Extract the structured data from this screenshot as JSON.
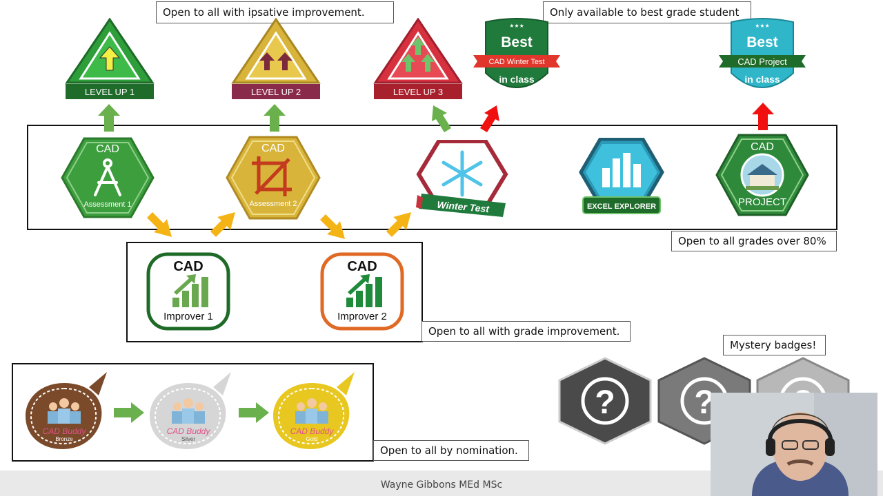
{
  "callouts": {
    "ipsative": "Open to all with ipsative improvement.",
    "best_grade": "Only available to best grade student",
    "grades_80": "Open to all grades over 80%",
    "grade_improvement": "Open to all with grade improvement.",
    "mystery": "Mystery badges!",
    "nomination": "Open to all by nomination."
  },
  "level_badges": [
    {
      "label": "LEVEL UP 1",
      "color": "#2e9e3a"
    },
    {
      "label": "LEVEL UP 2",
      "color": "#d9b43a"
    },
    {
      "label": "LEVEL UP 3",
      "color": "#d7303f"
    }
  ],
  "best_badges": [
    {
      "title": "Best",
      "ribbon": "CAD Winter Test",
      "sub": "in class",
      "color": "#1f7a3c"
    },
    {
      "title": "Best",
      "ribbon": "CAD Project",
      "sub": "in class",
      "color": "#2fb6c9"
    }
  ],
  "main_badges": {
    "assessment1": {
      "top": "CAD",
      "label": "Assessment 1"
    },
    "assessment2": {
      "top": "CAD",
      "label": "Assessment 2"
    },
    "winter": {
      "label": "Winter Test"
    },
    "excel": {
      "label": "EXCEL EXPLORER"
    },
    "project": {
      "top": "CAD",
      "label": "PROJECT"
    }
  },
  "improver_badges": [
    {
      "top": "CAD",
      "label": "Improver 1",
      "color": "#1e6b28"
    },
    {
      "top": "CAD",
      "label": "Improver 2",
      "color": "#e06a25"
    }
  ],
  "buddy_badges": [
    {
      "name": "CAD Buddy",
      "tier": "Bronze",
      "color": "#7a4a2a"
    },
    {
      "name": "CAD Buddy",
      "tier": "Silver",
      "color": "#d6d6d6"
    },
    {
      "name": "CAD Buddy",
      "tier": "Gold",
      "color": "#e8c820"
    }
  ],
  "mystery_badges": [
    {
      "symbol": "?",
      "color": "#4a4a4a"
    },
    {
      "symbol": "?",
      "color": "#7a7a7a"
    },
    {
      "symbol": "?",
      "color": "#b8b8b8"
    }
  ],
  "footer": "Wayne Gibbons MEd MSc"
}
